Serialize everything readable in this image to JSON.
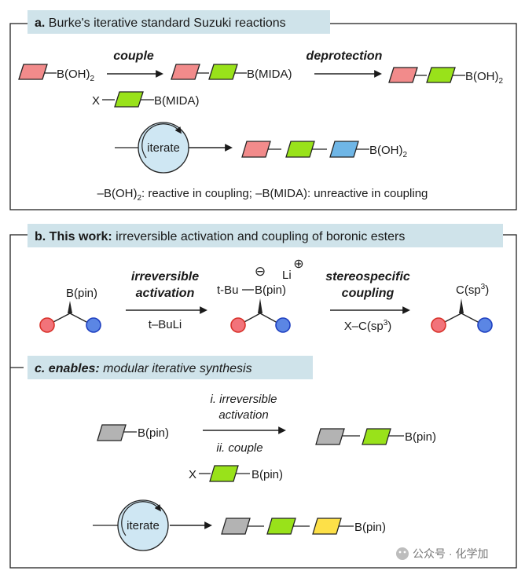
{
  "panel_a": {
    "title_letter": "a.",
    "title": "Burke's iterative standard Suzuki reactions",
    "step1_label": "couple",
    "step2_label": "deprotection",
    "start_group": "B(OH)",
    "start_group_sub": "2",
    "reagent_x": "X",
    "reagent_group": "B(MIDA)",
    "mid_group": "B(MIDA)",
    "end_group": "B(OH)",
    "end_group_sub": "2",
    "iterate_label": "iterate",
    "tri_group": "B(OH)",
    "tri_group_sub": "2",
    "footnote_part1": "–B(OH)",
    "footnote_sub": "2",
    "footnote_part2": ": reactive in coupling; –B(MIDA): unreactive in coupling"
  },
  "panel_b": {
    "title_letter": "b.",
    "title_bold": "This work:",
    "title": "irreversible activation and coupling of boronic esters",
    "start_group": "B(pin)",
    "step1_line1": "irreversible",
    "step1_line2": "activation",
    "step1_reagent": "t–BuLi",
    "ate_minus": "⊖",
    "ate_li": "Li",
    "ate_plus": "⊕",
    "ate_tbu": "t-Bu",
    "ate_group": "B(pin)",
    "step2_line1": "stereospecific",
    "step2_line2": "coupling",
    "step2_reagent_a": "X–C(sp",
    "step2_reagent_sup": "3",
    "step2_reagent_b": ")",
    "product_a": "C(sp",
    "product_sup": "3",
    "product_b": ")"
  },
  "panel_c": {
    "title_italic_bold": "c. enables:",
    "title": "modular iterative synthesis",
    "start_group": "B(pin)",
    "step_i": "i. irreversible",
    "step_i_line2": "activation",
    "step_ii": "ii. couple",
    "reagent_x": "X",
    "reagent_group": "B(pin)",
    "product_group": "B(pin)",
    "iterate_label": "iterate",
    "tri_group": "B(pin)"
  },
  "watermark": "公众号 · 化学加",
  "colors": {
    "pink": "#f28b8b",
    "green": "#99e21a",
    "blue": "#6fb6e6",
    "gray": "#b3b3b3",
    "yellow": "#fde048",
    "circle_fill": "#cfe7f3",
    "header_fill": "#cfe3ea",
    "red_ball": "#f2737a",
    "red_ball_stroke": "#d8322a",
    "blue_ball": "#5b86e4",
    "blue_ball_stroke": "#1e3fc0"
  }
}
